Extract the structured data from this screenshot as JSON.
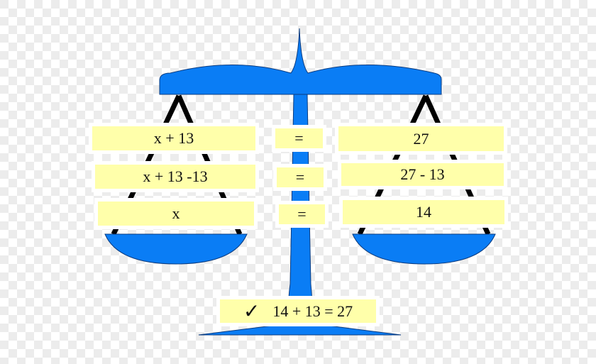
{
  "colors": {
    "scale": "#0a7df5",
    "box": "#ffffaa",
    "string": "#000000"
  },
  "rows": [
    {
      "left": "x + 13",
      "op": "=",
      "right": "27"
    },
    {
      "left": "x + 13 -13",
      "op": "=",
      "right": "27 - 13"
    },
    {
      "left": "x",
      "op": "=",
      "right": "14"
    }
  ],
  "check": {
    "icon": "check-mark-icon",
    "text": "14 + 13 = 27"
  }
}
